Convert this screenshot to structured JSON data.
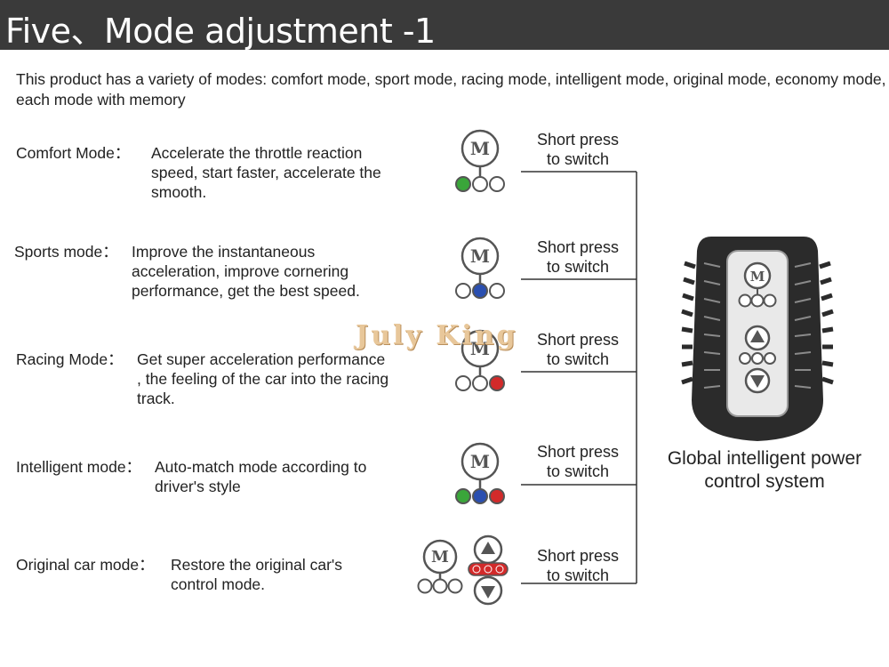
{
  "header": {
    "title": "Five、Mode adjustment -1"
  },
  "intro": "This product has a variety of modes: comfort mode, sport mode, racing mode, intelligent mode, original mode, economy mode, each mode with memory",
  "modes": [
    {
      "label": "Comfort Mode：",
      "description": "Accelerate the throttle reaction\nspeed, start faster, accelerate the\nsmooth.",
      "lights": [
        "green",
        "off",
        "off"
      ]
    },
    {
      "label": "Sports mode：",
      "description": "Improve the instantaneous\nacceleration, improve cornering\nperformance, get the best speed.",
      "lights": [
        "off",
        "blue",
        "off"
      ]
    },
    {
      "label": "Racing Mode：",
      "description": "Get super acceleration performance\n, the feeling of the car into the racing\ntrack.",
      "lights": [
        "off",
        "off",
        "red"
      ]
    },
    {
      "label": "Intelligent mode：",
      "description": "Auto-match mode according to\ndriver's style",
      "lights": [
        "green",
        "blue",
        "red"
      ]
    },
    {
      "label": "Original car mode：",
      "description": "Restore the original car's\ncontrol mode.",
      "lights": [
        "off",
        "off",
        "off"
      ]
    }
  ],
  "short_press": {
    "line1": "Short press",
    "line2": "to switch"
  },
  "device": {
    "caption_line1": "Global intelligent power",
    "caption_line2": "control system"
  },
  "icons": {
    "mode_button": "M"
  },
  "watermark": "July King",
  "colors": {
    "header_bg": "#3a3a3a",
    "green": "#3aa63a",
    "blue": "#2a4fb0",
    "red": "#d22a2a"
  }
}
